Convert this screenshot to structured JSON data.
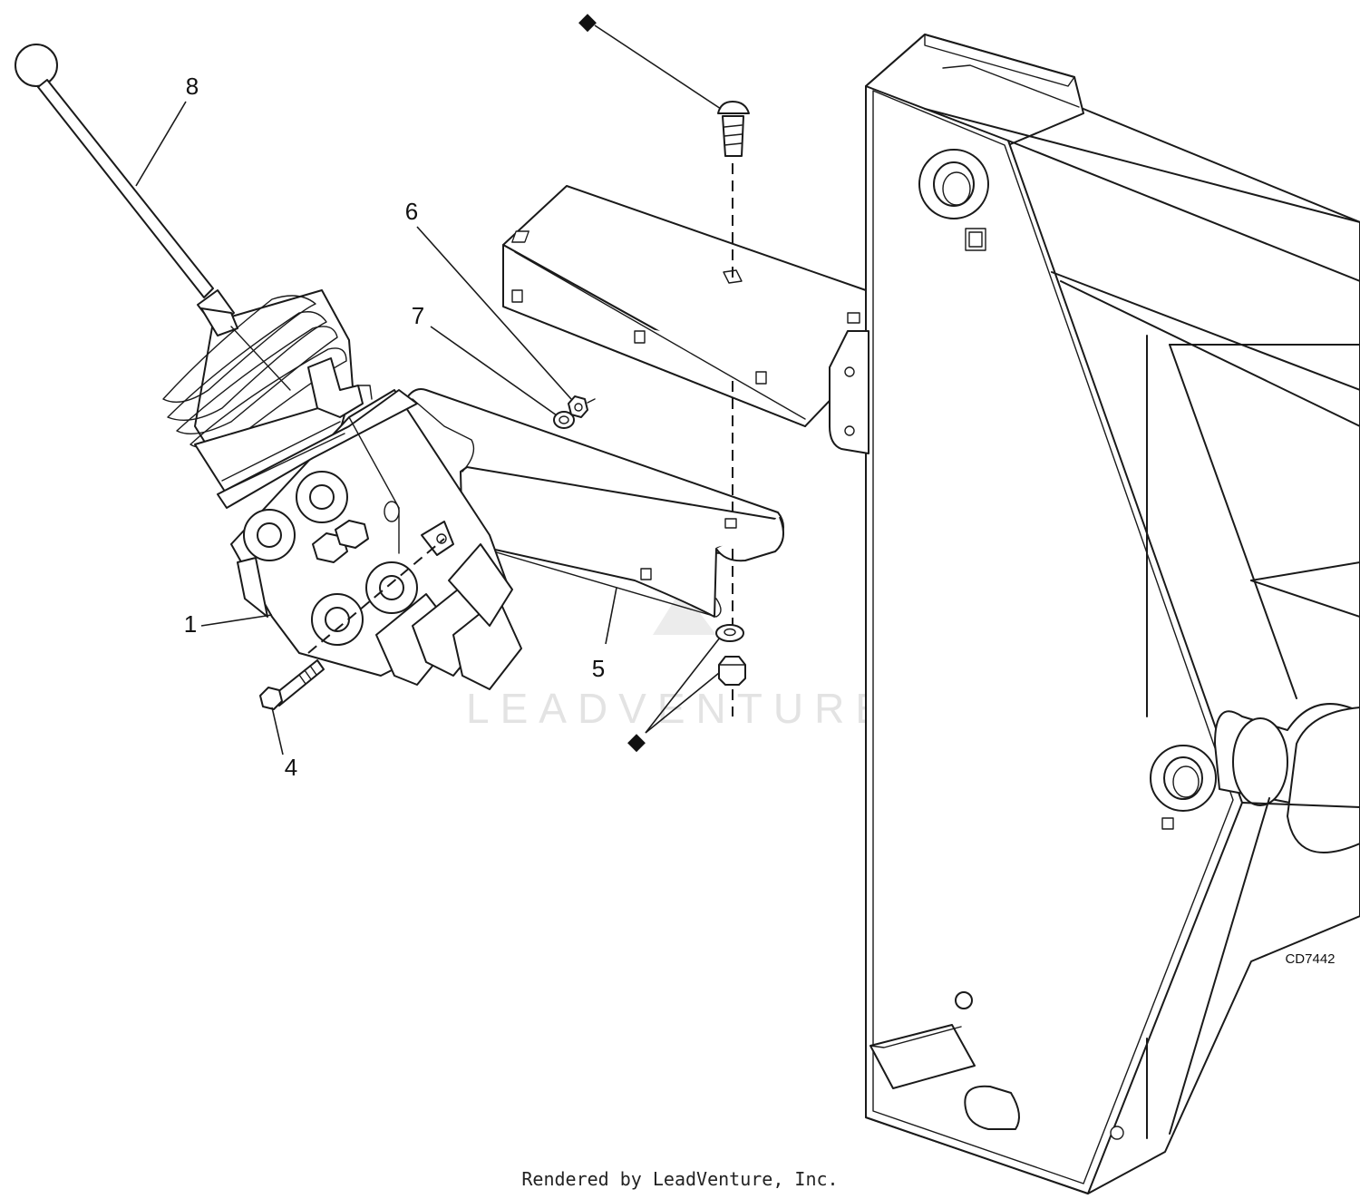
{
  "callouts": {
    "c1": "1",
    "c4": "4",
    "c5": "5",
    "c6": "6",
    "c7": "7",
    "c8": "8"
  },
  "diamond_symbol": "◆",
  "drawing_number": "CD7442",
  "watermark": "LEADVENTURE",
  "footer": "Rendered by LeadVenture, Inc."
}
